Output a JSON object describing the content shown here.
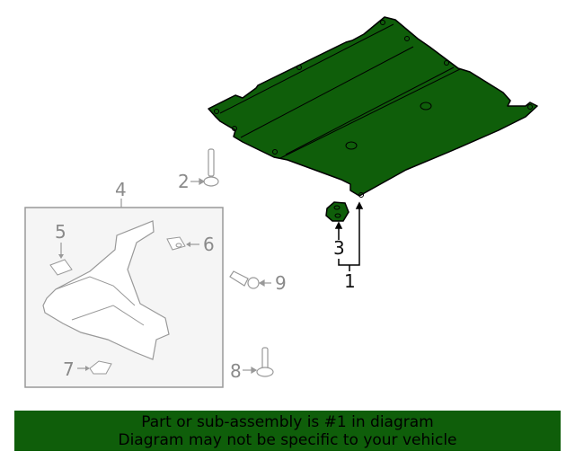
{
  "diagram": {
    "callouts": [
      {
        "id": "1",
        "label": "1"
      },
      {
        "id": "2",
        "label": "2"
      },
      {
        "id": "3",
        "label": "3"
      },
      {
        "id": "4",
        "label": "4"
      },
      {
        "id": "5",
        "label": "5"
      },
      {
        "id": "6",
        "label": "6"
      },
      {
        "id": "7",
        "label": "7"
      },
      {
        "id": "8",
        "label": "8"
      },
      {
        "id": "9",
        "label": "9"
      }
    ],
    "colors": {
      "highlight": "#0f5e0a",
      "outline": "#000000",
      "inactive": "#8a8a8a",
      "inset_bg": "#f5f5f5"
    }
  },
  "banner": {
    "line1": "Part or sub-assembly is #1 in diagram",
    "line2": "Diagram may not be specific to your vehicle",
    "color": "#0f5e0a"
  }
}
